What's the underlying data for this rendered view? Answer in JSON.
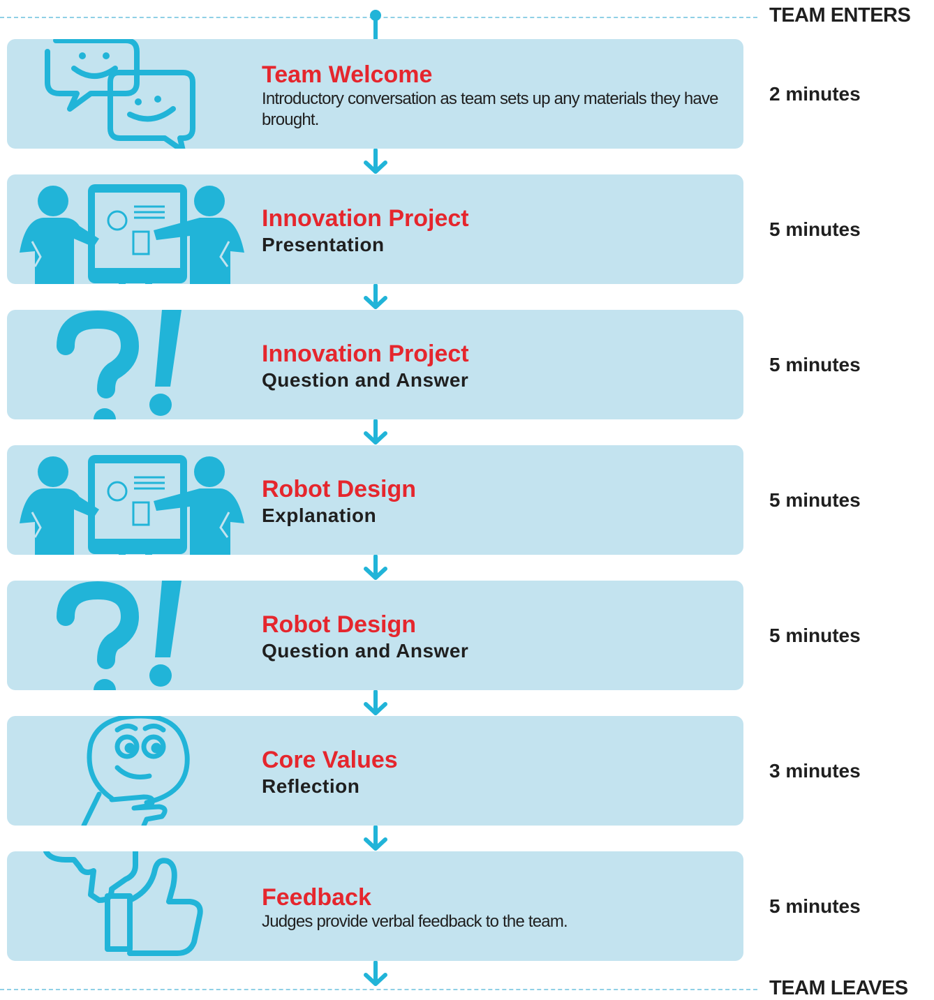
{
  "edges": {
    "start_label": "TEAM ENTERS",
    "end_label": "TEAM LEAVES"
  },
  "colors": {
    "card_bg": "#c3e3ef",
    "accent": "#21b4d8",
    "title": "#e5262d",
    "text": "#1f1f1f"
  },
  "steps": [
    {
      "icon": "chat-bubbles-icon",
      "title": "Team Welcome",
      "subtitle": "",
      "description": "Introductory conversation as team sets up any materials they have brought.",
      "time": "2 minutes"
    },
    {
      "icon": "presentation-icon",
      "title": "Innovation Project",
      "subtitle": "Presentation",
      "description": "",
      "time": "5 minutes"
    },
    {
      "icon": "question-exclamation-icon",
      "title": "Innovation Project",
      "subtitle": "Question and Answer",
      "description": "",
      "time": "5 minutes"
    },
    {
      "icon": "presentation-icon",
      "title": "Robot Design",
      "subtitle": "Explanation",
      "description": "",
      "time": "5 minutes"
    },
    {
      "icon": "question-exclamation-icon",
      "title": "Robot Design",
      "subtitle": "Question and Answer",
      "description": "",
      "time": "5 minutes"
    },
    {
      "icon": "thinking-face-icon",
      "title": "Core Values",
      "subtitle": "Reflection",
      "description": "",
      "time": "3 minutes"
    },
    {
      "icon": "thumbs-up-icon",
      "title": "Feedback",
      "subtitle": "",
      "description": "Judges provide verbal feedback to the team.",
      "time": "5 minutes"
    }
  ]
}
